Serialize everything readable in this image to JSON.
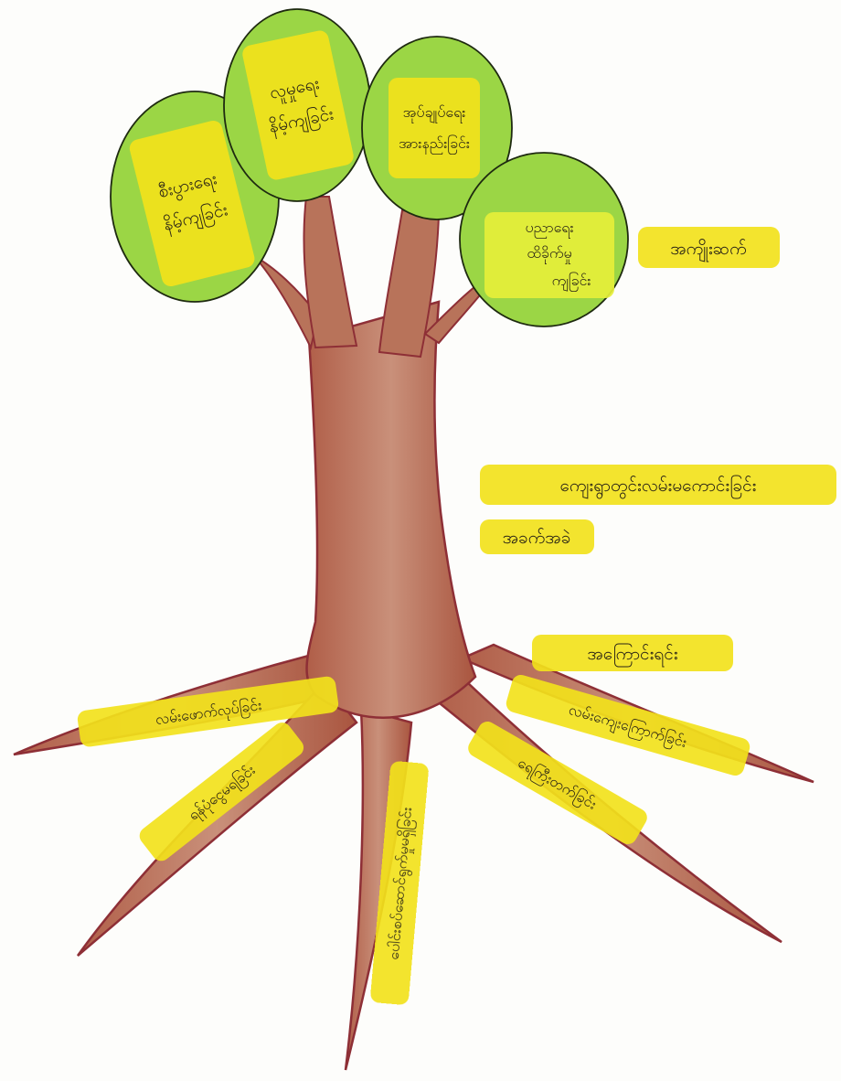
{
  "title": "",
  "colors": {
    "leaf": "#9bd645",
    "leaf_core": "#e6ef3a",
    "trunk": "#b8735a",
    "trunk_edge": "#8e2f36",
    "highlight": "#f2e21c",
    "ink": "#2a2416"
  },
  "effects": {
    "heading": "အကျိုးဆက်",
    "items": [
      {
        "line1": "စီးပွားရေး",
        "line2": "နိမ့်ကျခြင်း"
      },
      {
        "line1": "လူမှုရေး",
        "line2": "နိမ့်ကျခြင်း"
      },
      {
        "line1": "အုပ်ချုပ်ရေး",
        "line2": "အားနည်းခြင်း"
      },
      {
        "line1": "ပညာရေး",
        "line2": "ထိခိုက်မှု",
        "line3": "ကျခြင်း"
      }
    ]
  },
  "core": {
    "line1": "ကျေးရွာတွင်းလမ်းမကောင်းခြင်း",
    "line2": "အခက်အခဲ"
  },
  "causes": {
    "heading": "အကြောင်းရင်း",
    "items": [
      "လမ်းဖောက်လုပ်ခြင်း",
      "ရန်ပုံငွေမရခြင်း",
      "ပေါင်းစပ်ဆောင်ရွက်မှုမရှိခြင်း",
      "လမ်းကျေးကြောက်ခြင်း",
      "ရေကြီးတက်ခြင်း"
    ]
  }
}
